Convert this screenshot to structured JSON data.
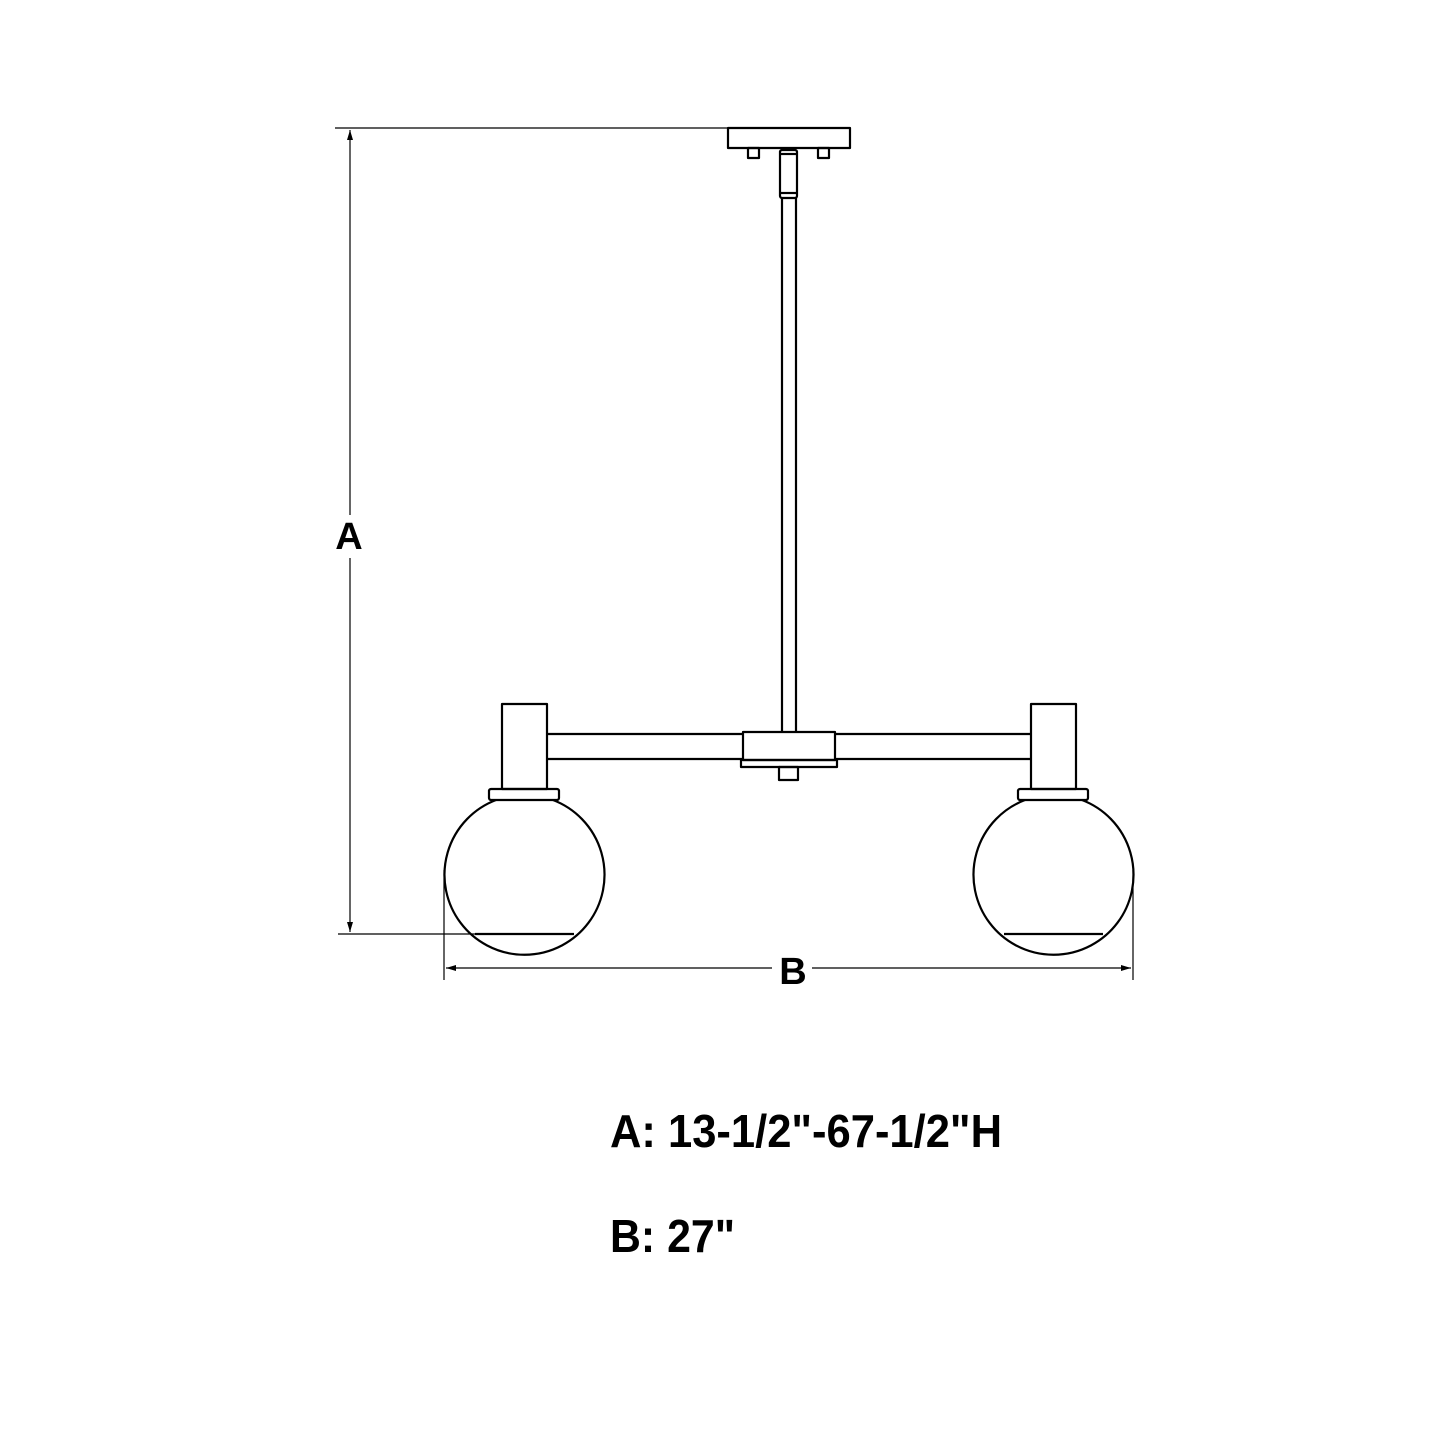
{
  "diagram": {
    "dimension_labels": {
      "height": "A",
      "width": "B"
    },
    "specs": [
      {
        "label": "A: 13-1/2\"-67-1/2\"H"
      },
      {
        "label": "B: 27\""
      }
    ],
    "line_color": "#000000",
    "background": "#ffffff"
  }
}
